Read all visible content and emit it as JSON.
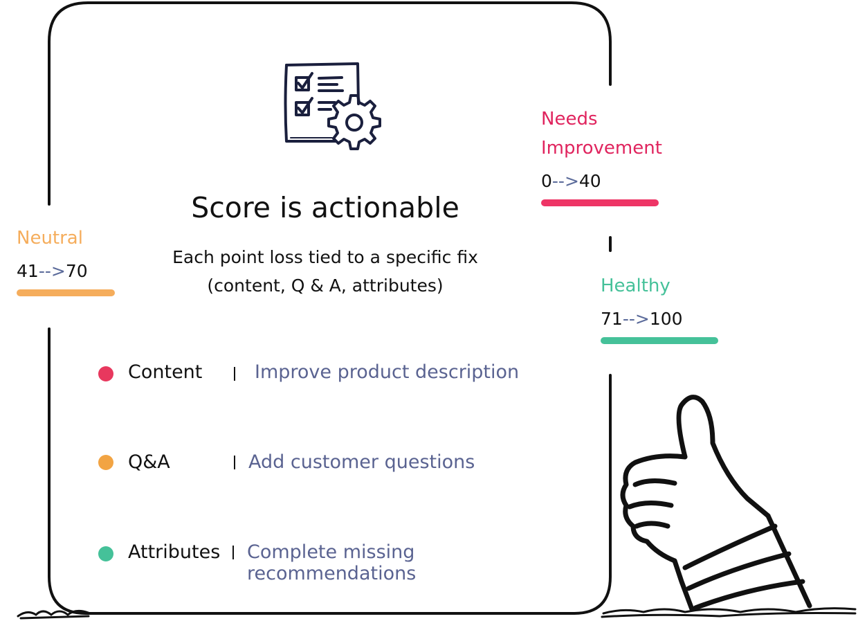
{
  "title": "Score is actionable",
  "subtitle": {
    "line1": "Each point loss tied to a specific fix",
    "line2": "(content, Q & A, attributes)"
  },
  "ranges": {
    "needs_improvement": {
      "label_line1": "Needs",
      "label_line2": "Improvement",
      "min": "0",
      "arrow": "-->",
      "max": "40",
      "color": "#e0245e"
    },
    "neutral": {
      "label": "Neutral",
      "min": "41",
      "arrow": "-->",
      "max": "70",
      "color": "#f5ad5c"
    },
    "healthy": {
      "label": "Healthy",
      "min": "71",
      "arrow": "-->",
      "max": "100",
      "color": "#45c199"
    }
  },
  "items": [
    {
      "name": "Content",
      "fix": "Improve product description",
      "color": "#e8385e"
    },
    {
      "name": "Q&A",
      "fix": "Add customer questions",
      "color": "#f2a443"
    },
    {
      "name": "Attributes",
      "fix": "Complete missing recommendations",
      "color": "#45c199"
    }
  ],
  "icons": {
    "checklist": "checklist-gear-icon",
    "thumbs_up": "thumbs-up-icon"
  }
}
